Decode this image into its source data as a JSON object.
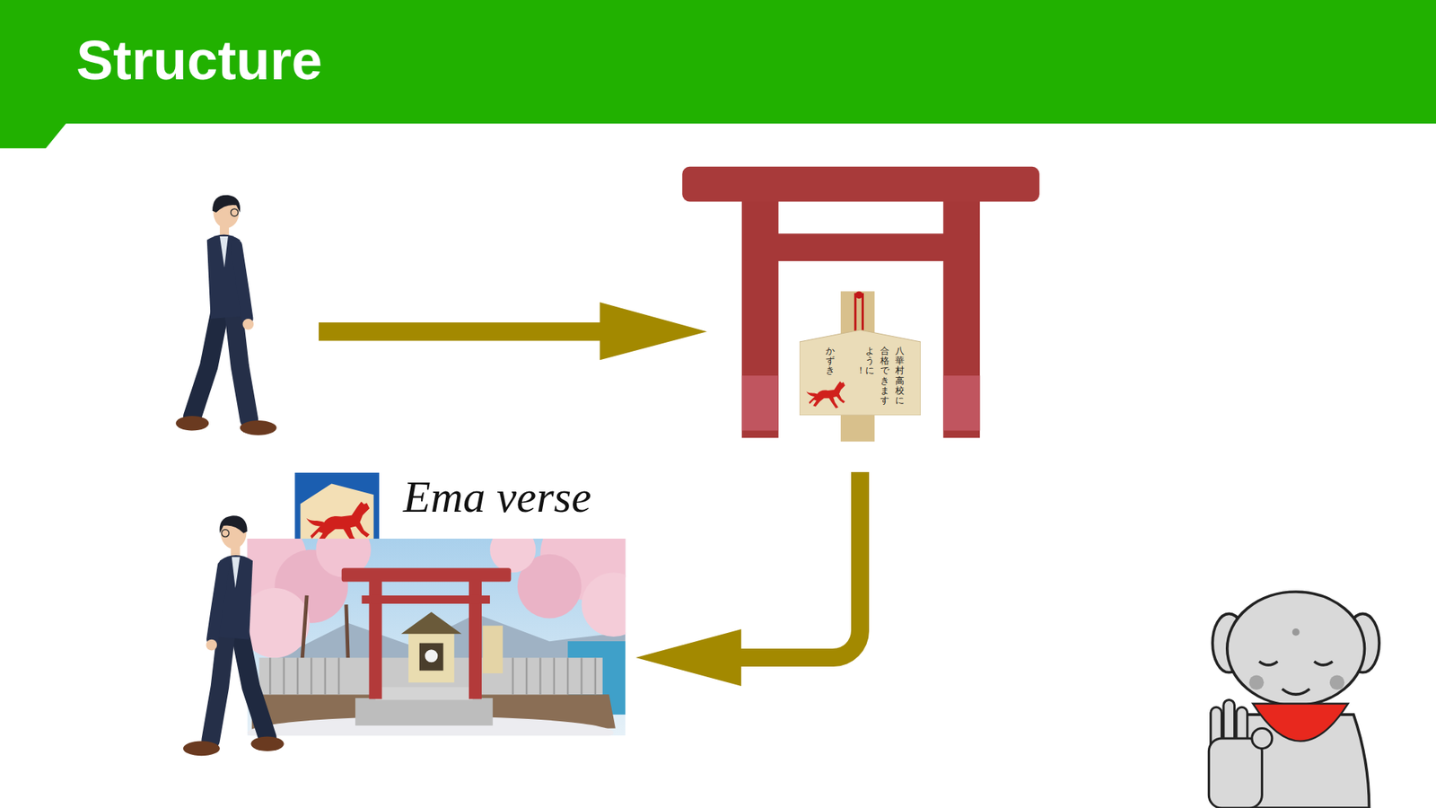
{
  "diagram": {
    "title": "Structure",
    "nodes": [
      {
        "text": [
          "八華村高校に 合格できます ように！",
          "かずき"
        ]
      },
      {
        "text": [
          "Ema verse"
        ]
      }
    ],
    "edges": [
      {
        "from": 0,
        "to": 1,
        "arrow": "to"
      }
    ]
  }
}
